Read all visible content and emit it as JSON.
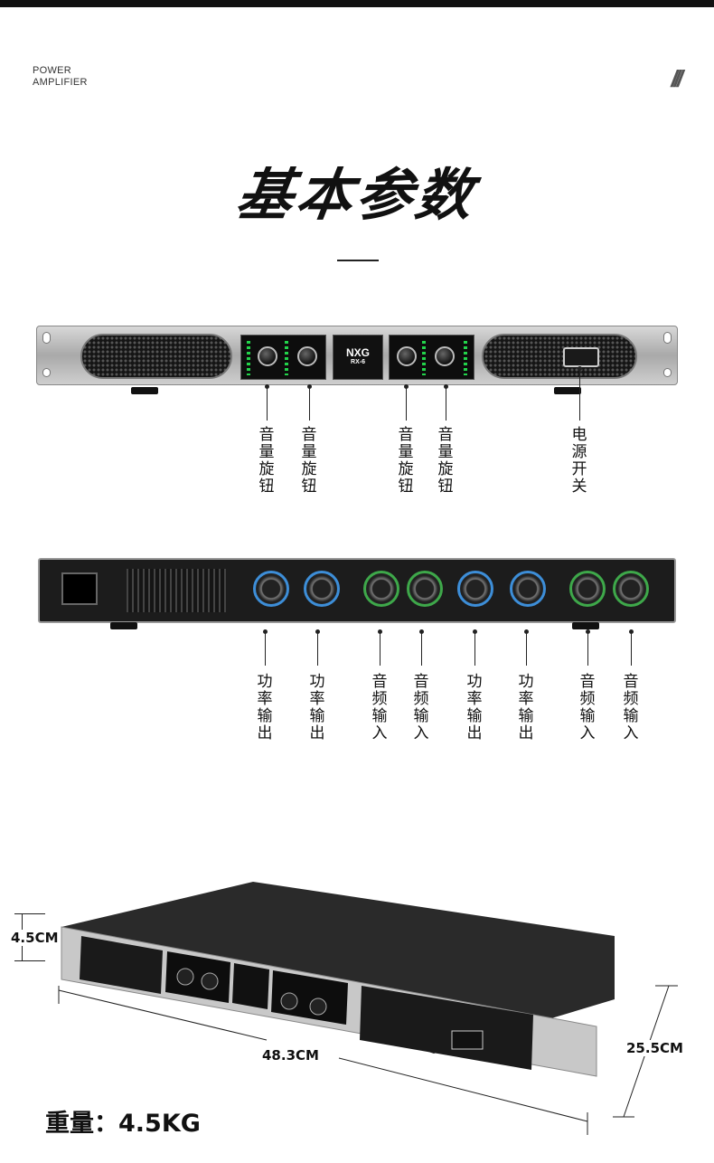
{
  "header": {
    "brand_line1": "POWER",
    "brand_line2": "AMPLIFIER",
    "slashes": "///",
    "title": "基本参数"
  },
  "front_panel": {
    "logo": "NXG",
    "model": "RX-6",
    "callouts": [
      {
        "label": "音量旋钮"
      },
      {
        "label": "音量旋钮"
      },
      {
        "label": "音量旋钮"
      },
      {
        "label": "音量旋钮"
      },
      {
        "label": "电源开关"
      }
    ]
  },
  "rear_panel": {
    "callouts": [
      {
        "label": "功率输出"
      },
      {
        "label": "功率输出"
      },
      {
        "label": "音频输入"
      },
      {
        "label": "音频输入"
      },
      {
        "label": "功率输出"
      },
      {
        "label": "功率输出"
      },
      {
        "label": "音频输入"
      },
      {
        "label": "音频输入"
      }
    ]
  },
  "dimensions": {
    "height": "4.5CM",
    "width": "48.3CM",
    "depth": "25.5CM",
    "weight": "重量：4.5KG"
  },
  "colors": {
    "led_green": "#22d34a",
    "speakon_blue": "#3d8ed8",
    "xlr_green": "#3ea84a"
  }
}
